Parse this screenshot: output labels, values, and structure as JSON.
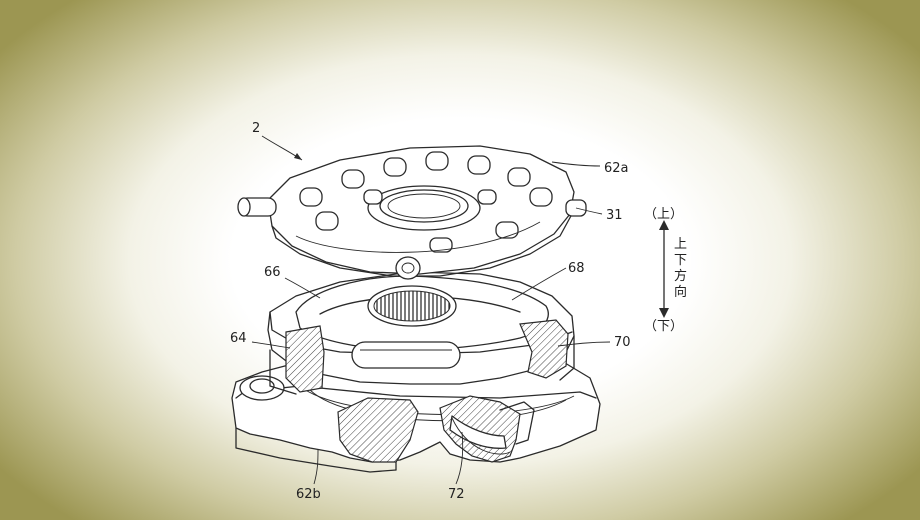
{
  "figure": {
    "labels": {
      "assembly": "2",
      "upper_plate": "62a",
      "lower_case": "62b",
      "shaft": "31",
      "left_chamber": "66",
      "right_chamber": "68",
      "left_wall": "64",
      "right_wall": "70",
      "bottom_part": "72"
    },
    "direction": {
      "up": "（上）",
      "down": "（下）",
      "axis_chars": [
        "上",
        "下",
        "方",
        "向"
      ]
    }
  },
  "colors": {
    "ink": "#2b2b2b",
    "vignette_edge": "#9c9652",
    "paper": "#ffffff"
  }
}
